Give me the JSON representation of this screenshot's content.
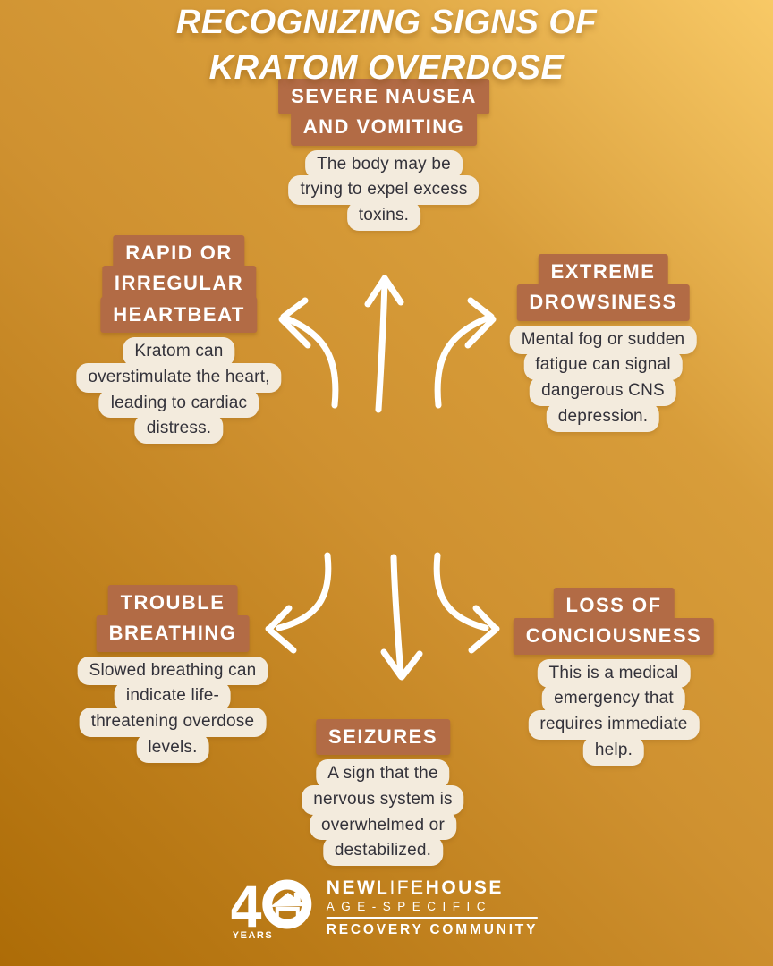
{
  "title": {
    "line1": "RECOGNIZING SIGNS OF",
    "line2": "KRATOM OVERDOSE"
  },
  "signs": [
    {
      "id": "severe-nausea",
      "heading_lines": [
        "SEVERE NAUSEA",
        "AND VOMITING"
      ],
      "body_lines": [
        "The body may be",
        "trying to expel excess",
        "toxins."
      ]
    },
    {
      "id": "irregular-heartbeat",
      "heading_lines": [
        "RAPID OR",
        "IRREGULAR",
        "HEARTBEAT"
      ],
      "body_lines": [
        "Kratom can",
        "overstimulate the heart,",
        "leading to cardiac",
        "distress."
      ]
    },
    {
      "id": "extreme-drowsiness",
      "heading_lines": [
        "EXTREME",
        "DROWSINESS"
      ],
      "body_lines": [
        "Mental fog or sudden",
        "fatigue can signal",
        "dangerous CNS",
        "depression."
      ]
    },
    {
      "id": "trouble-breathing",
      "heading_lines": [
        "TROUBLE",
        "BREATHING"
      ],
      "body_lines": [
        "Slowed breathing can",
        "indicate life-",
        "threatening overdose",
        "levels."
      ]
    },
    {
      "id": "loss-of-consciousness",
      "heading_lines": [
        "LOSS OF",
        "CONCIOUSNESS"
      ],
      "body_lines": [
        "This is a medical",
        "emergency that",
        "requires immediate",
        "help."
      ]
    },
    {
      "id": "seizures",
      "heading_lines": [
        "SEIZURES"
      ],
      "body_lines": [
        "A sign that the",
        "nervous system is",
        "overwhelmed or",
        "destabilized."
      ]
    }
  ],
  "logo": {
    "years_number": "40",
    "years_digit": "4",
    "years_label": "YEARS",
    "brand_new": "NEW",
    "brand_life": "LIFE",
    "brand_house": "HOUSE",
    "tagline": "AGE-SPECIFIC",
    "community": "RECOVERY COMMUNITY"
  },
  "icons": {
    "up": "arrow-up",
    "upper_left": "arrow-curve-upper-left",
    "upper_right": "arrow-curve-upper-right",
    "down": "arrow-down",
    "lower_left": "arrow-curve-lower-left",
    "lower_right": "arrow-curve-lower-right",
    "logo_mark": "forty-years-house-logo"
  },
  "colors": {
    "background_top_right": "#f8c966",
    "background_mid": "#cf9130",
    "background_bottom_left": "#ad6c07",
    "heading_bg": "#b26b45",
    "card_bg": "#f3ebdd",
    "card_text": "#33323a",
    "accent_white": "#ffffff"
  }
}
